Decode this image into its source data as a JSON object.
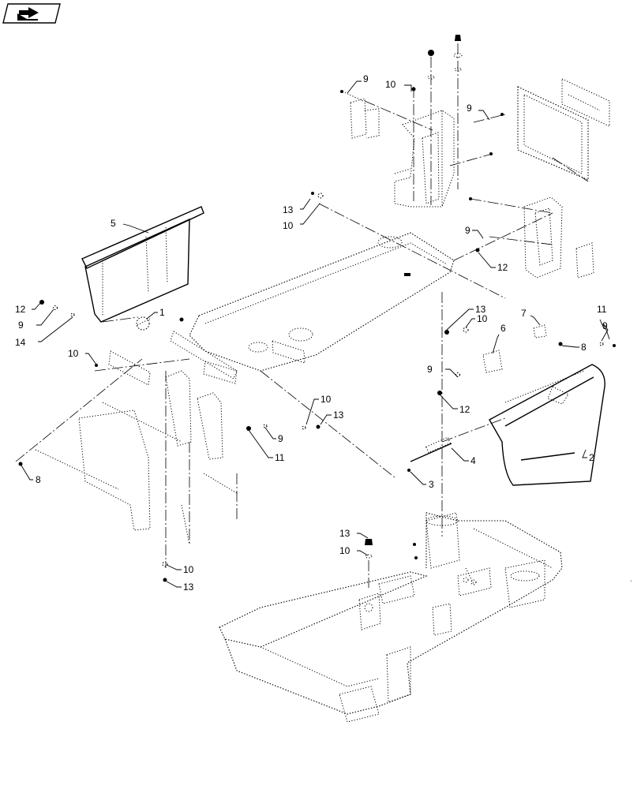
{
  "nav_badge": {
    "icon": "page-forward-arrow-icon"
  },
  "labels": [
    {
      "id": "lbl-9-top",
      "text": "9"
    },
    {
      "id": "lbl-10-top",
      "text": "10"
    },
    {
      "id": "lbl-9-upper-right",
      "text": "9"
    },
    {
      "id": "lbl-13-left-upper",
      "text": "13"
    },
    {
      "id": "lbl-10-left-upper",
      "text": "10"
    },
    {
      "id": "lbl-5",
      "text": "5"
    },
    {
      "id": "lbl-9-right-bracket",
      "text": "9"
    },
    {
      "id": "lbl-12-right-bracket",
      "text": "12"
    },
    {
      "id": "lbl-12-left",
      "text": "12"
    },
    {
      "id": "lbl-9-left",
      "text": "9"
    },
    {
      "id": "lbl-14",
      "text": "14"
    },
    {
      "id": "lbl-1",
      "text": "1"
    },
    {
      "id": "lbl-13-mid-right",
      "text": "13"
    },
    {
      "id": "lbl-11-right",
      "text": "11"
    },
    {
      "id": "lbl-10-mid-right",
      "text": "10"
    },
    {
      "id": "lbl-7",
      "text": "7"
    },
    {
      "id": "lbl-6",
      "text": "6"
    },
    {
      "id": "lbl-9-far-right",
      "text": "9"
    },
    {
      "id": "lbl-8-right",
      "text": "8"
    },
    {
      "id": "lbl-10-left-mid",
      "text": "10"
    },
    {
      "id": "lbl-9-mid-right",
      "text": "9"
    },
    {
      "id": "lbl-12-mid-right",
      "text": "12"
    },
    {
      "id": "lbl-10-center",
      "text": "10"
    },
    {
      "id": "lbl-13-center",
      "text": "13"
    },
    {
      "id": "lbl-2",
      "text": "2"
    },
    {
      "id": "lbl-9-center",
      "text": "9"
    },
    {
      "id": "lbl-11-center",
      "text": "11"
    },
    {
      "id": "lbl-4",
      "text": "4"
    },
    {
      "id": "lbl-8-left",
      "text": "8"
    },
    {
      "id": "lbl-3",
      "text": "3"
    },
    {
      "id": "lbl-13-lower-center",
      "text": "13"
    },
    {
      "id": "lbl-10-lower-center",
      "text": "10"
    },
    {
      "id": "lbl-10-bottom-left",
      "text": "10"
    },
    {
      "id": "lbl-13-bottom-left",
      "text": "13"
    }
  ]
}
